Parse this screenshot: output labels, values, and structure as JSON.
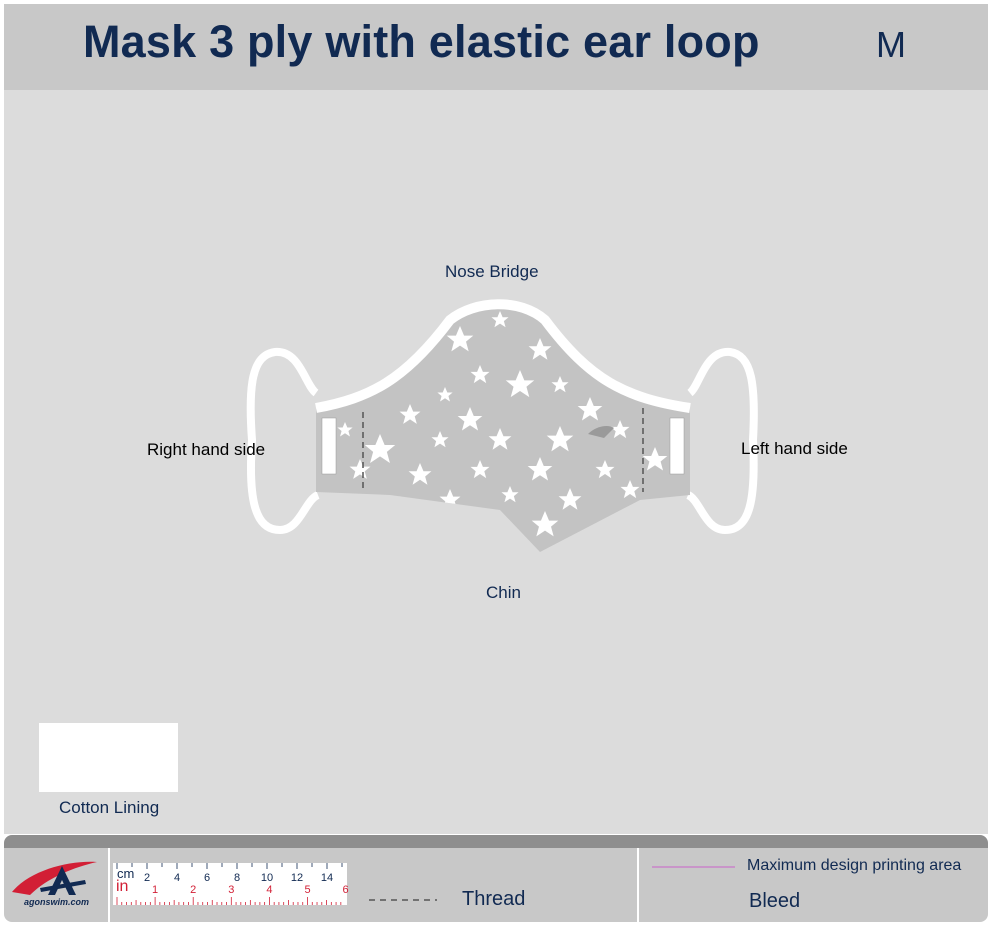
{
  "header": {
    "title": "Mask 3 ply with elastic ear loop",
    "size": "M"
  },
  "labels": {
    "top": "Nose Bridge",
    "right_side": "Right hand side",
    "left_side": "Left hand side",
    "bottom": "Chin"
  },
  "swatch": {
    "label": "Cotton Lining",
    "color": "#ffffff"
  },
  "footer": {
    "logo_text": "agonswim.com",
    "thread_label": "Thread",
    "max_area_label": "Maximum design printing area",
    "bleed_label": "Bleed",
    "ruler": {
      "cm_label": "cm",
      "in_label": "in",
      "cm_ticks": [
        "2",
        "4",
        "6",
        "8",
        "10",
        "12",
        "14"
      ],
      "in_ticks": [
        "1",
        "2",
        "3",
        "4",
        "5",
        "6"
      ]
    }
  },
  "colors": {
    "navy": "#112a52",
    "header_bg": "#c8c8c8",
    "canvas_bg": "#dcdcdc",
    "mask_fill": "#c3c3c3",
    "accent_red": "#d21f35",
    "max_area_line": "#c984c9"
  }
}
